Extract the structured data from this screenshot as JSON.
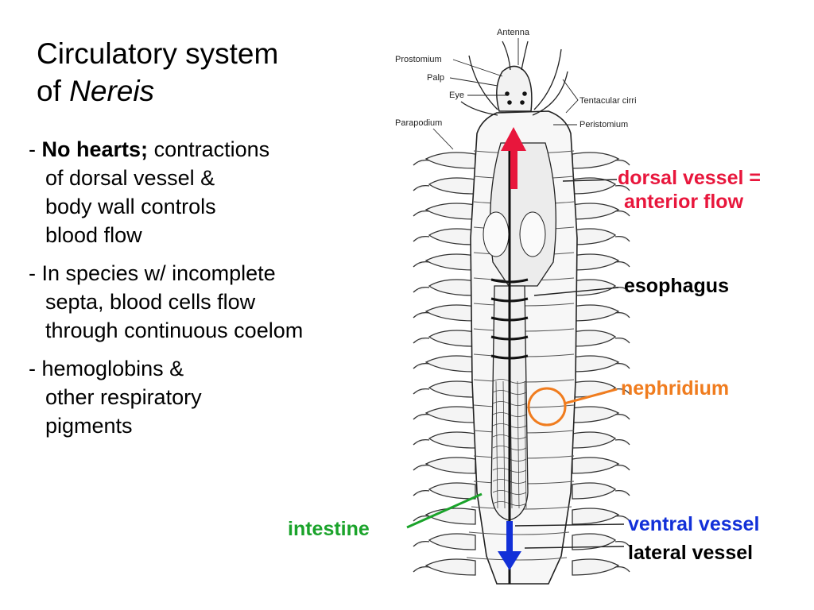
{
  "title": {
    "line1": "Circulatory system",
    "line2_prefix": "of",
    "line2_italic": "Nereis"
  },
  "bullets": [
    {
      "dash": "-",
      "bold": "No hearts;",
      "rest": "contractions",
      "lines": [
        "of dorsal vessel &",
        "body wall controls",
        "blood flow"
      ]
    },
    {
      "dash": "-",
      "first": "In species w/ incomplete",
      "lines": [
        "septa, blood cells flow",
        "through continuous coelom"
      ]
    },
    {
      "dash": "-",
      "first": "hemoglobins &",
      "lines": [
        "other respiratory",
        "pigments"
      ]
    }
  ],
  "figure_labels": {
    "antenna": "Antenna",
    "prostomium": "Prostomium",
    "palp": "Palp",
    "eye": "Eye",
    "tentacular_cirri": "Tentacular cirri",
    "parapodium": "Parapodium",
    "peristomium": "Peristomium"
  },
  "callouts": {
    "dorsal_line1": "dorsal vessel =",
    "dorsal_line2": "anterior flow",
    "esophagus": "esophagus",
    "nephridium": "nephridium",
    "intestine": "intestine",
    "ventral": "ventral vessel",
    "lateral": "lateral vessel"
  },
  "colors": {
    "dorsal": "#e8163c",
    "nephridium": "#f07c1e",
    "intestine": "#1aa32a",
    "ventral": "#1230d8",
    "text": "#000000"
  }
}
